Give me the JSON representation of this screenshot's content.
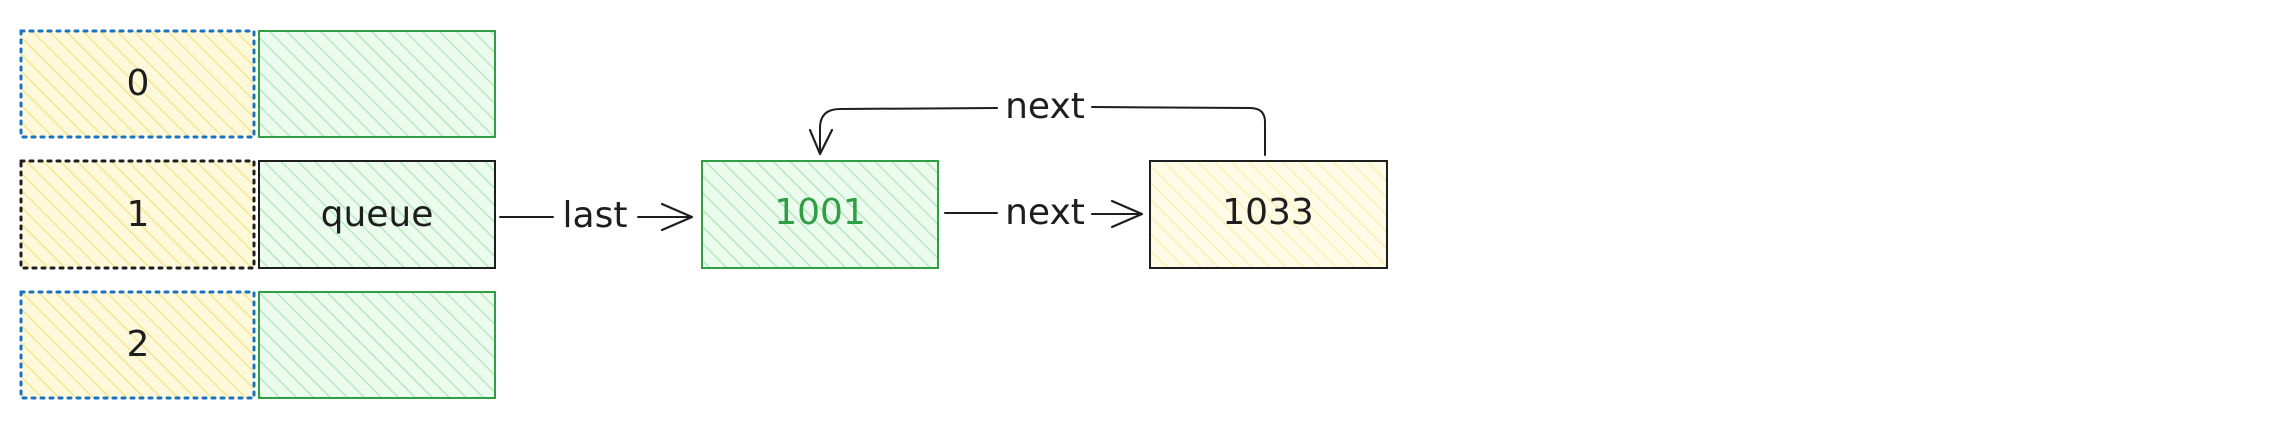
{
  "colors": {
    "yellow_fill": "#fff9db",
    "yellow_hatch": "#f5e27a",
    "green_fill": "#ebfbee",
    "green_hatch": "#8ce99a",
    "green_stroke": "#2f9e44",
    "blue_dotted": "#1971c2",
    "ink": "#1e1e1e"
  },
  "hash_table": {
    "slots": [
      {
        "index": "0",
        "value": ""
      },
      {
        "index": "1",
        "value": "queue"
      },
      {
        "index": "2",
        "value": ""
      }
    ]
  },
  "nodes": [
    {
      "label": "1001",
      "text_color": "#2f9e44"
    },
    {
      "label": "1033",
      "text_color": "#1e1e1e"
    }
  ],
  "edges": {
    "last_label": "last",
    "next_label_forward": "next",
    "next_label_back": "next"
  }
}
